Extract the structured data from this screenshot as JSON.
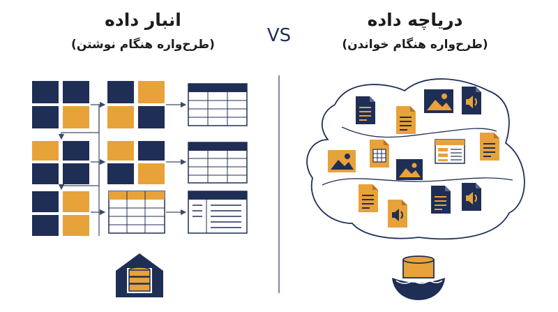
{
  "warehouse": {
    "title": "انبار داده",
    "subtitle": "(طرح‌واره هنگام نوشتن)"
  },
  "vs_label": "VS",
  "lake": {
    "title": "دریاچه داده",
    "subtitle": "(طرح‌واره هنگام خواندن)"
  },
  "colors": {
    "navy": "#1f2e55",
    "gold": "#e8a23a",
    "divider": "#5a6478",
    "white": "#ffffff"
  },
  "icons": {
    "warehouse": "database-warehouse-icon",
    "lake": "database-lake-icon",
    "file": "document-file-icon",
    "image": "image-file-icon",
    "audio": "audio-file-icon",
    "spreadsheet": "spreadsheet-file-icon",
    "table_window": "table-window-icon"
  }
}
